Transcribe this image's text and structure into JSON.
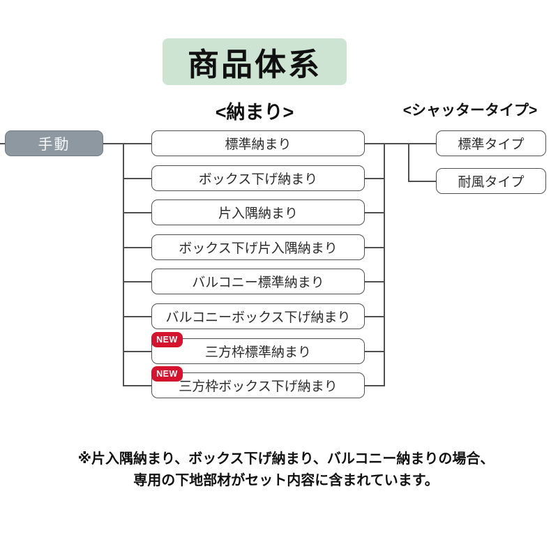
{
  "title": "商品体系",
  "headers": {
    "fitting": "<納まり>",
    "shutter": "<シャッタータイプ>"
  },
  "root": {
    "label": "手動"
  },
  "fittings": [
    {
      "label": "標準納まり",
      "new": false
    },
    {
      "label": "ボックス下げ納まり",
      "new": false
    },
    {
      "label": "片入隅納まり",
      "new": false
    },
    {
      "label": "ボックス下げ片入隅納まり",
      "new": false
    },
    {
      "label": "バルコニー標準納まり",
      "new": false
    },
    {
      "label": "バルコニーボックス下げ納まり",
      "new": false
    },
    {
      "label": "三方枠標準納まり",
      "new": true
    },
    {
      "label": "三方枠ボックス下げ納まり",
      "new": true
    }
  ],
  "new_badge_label": "NEW",
  "shutter_types": [
    {
      "label": "標準タイプ"
    },
    {
      "label": "耐風タイプ"
    }
  ],
  "note": {
    "line1": "※片入隅納まり、ボックス下げ納まり、バルコニー納まりの場合、",
    "line2": "専用の下地部材がセット内容に含まれています。"
  },
  "colors": {
    "title_bg": "#cde4d2",
    "root_bg": "#8e98a1",
    "badge_bg": "#d6132e",
    "line": "#4f4f4f"
  }
}
